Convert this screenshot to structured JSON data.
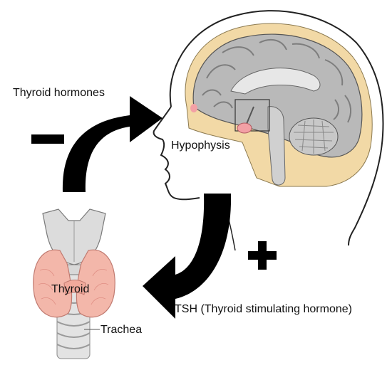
{
  "labels": {
    "thyroid_hormones": "Thyroid hormones",
    "hypophysis": "Hypophysis",
    "thyroid": "Thyroid",
    "trachea": "Trachea",
    "tsh": "TSH (Thyroid stimulating hormone)"
  },
  "signs": {
    "inhibition": "minus",
    "stimulation": "plus"
  },
  "colors": {
    "arrow": "#000000",
    "brain_gray": "#b9b9b9",
    "skull_band": "#f2d9a6",
    "hypophysis": "#f3a0a5",
    "thyroid_tissue": "#f3b7aa",
    "cartilage": "#dcdcdc"
  }
}
